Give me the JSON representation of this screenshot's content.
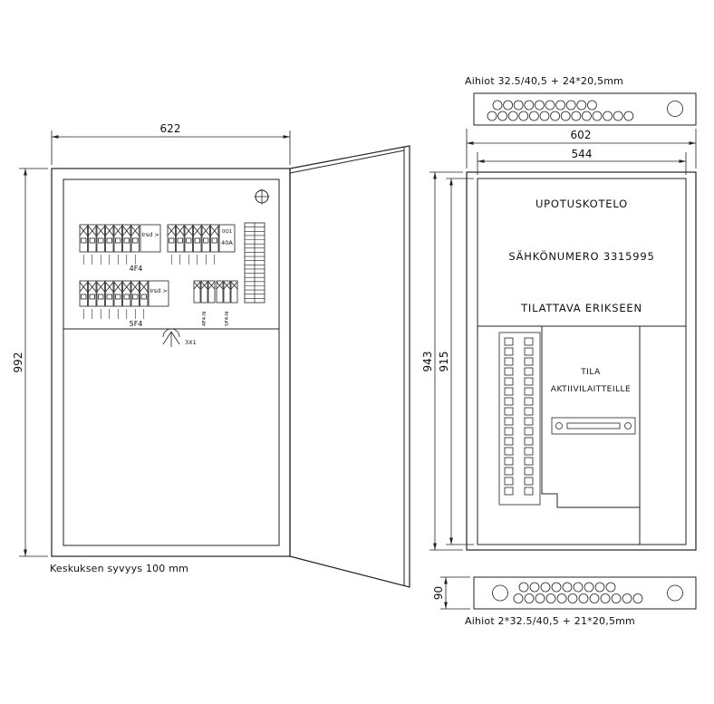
{
  "left_view": {
    "dim_width": "622",
    "dim_height": "992",
    "depth_note": "Keskuksen syvyys 100 mm",
    "row1_group_label": "4F4",
    "row2_group_label": "5F4",
    "row1_rcbo_label": "Irsd >",
    "row2_rcbo_label": "Irsd >",
    "main_breaker_id": "0Q1",
    "main_breaker_rating": "40A",
    "lamp_label": "3X1",
    "neutral_label_1": "4F4-N",
    "neutral_label_2": "5F4-N",
    "row1_module_count": 7,
    "row1_right_module_count": 6,
    "row2_module_count": 8
  },
  "right_view": {
    "dim_outer_width": "602",
    "dim_inner_width": "544",
    "dim_outer_height": "943",
    "dim_inner_height": "915",
    "note_line1": "UPOTUSKOTELO",
    "note_line2": "SÄHKÖNUMERO 3315995",
    "note_line3": "TILATTAVA ERIKSEEN",
    "space_label_line1": "TILA",
    "space_label_line2": "AKTIIVILAITTEILLE",
    "terminal_rows": 16
  },
  "top_strip": {
    "label": "Aihiot 32.5/40,5 + 24*20,5mm",
    "small_holes_row1": 10,
    "small_holes_row2": 14
  },
  "bottom_strip": {
    "label": "Aihiot 2*32.5/40,5 + 21*20,5mm",
    "dim_height": "90",
    "small_holes_row1": 9,
    "small_holes_row2": 12
  }
}
